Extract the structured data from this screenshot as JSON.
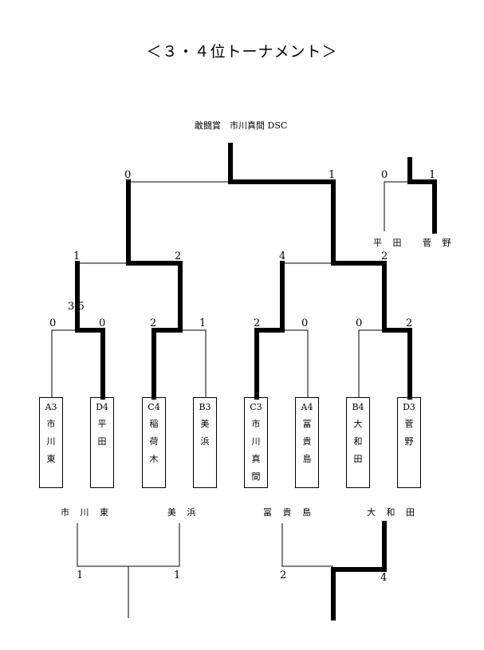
{
  "title": "＜３・４位トーナメント＞",
  "winner_caption": "敢闘賞　市川真間 DSC",
  "teams": [
    {
      "seed": "A3",
      "name": "市川東"
    },
    {
      "seed": "D4",
      "name": "平田"
    },
    {
      "seed": "C4",
      "name": "稲荷木"
    },
    {
      "seed": "B3",
      "name": "美浜"
    },
    {
      "seed": "C3",
      "name": "市川真間"
    },
    {
      "seed": "A4",
      "name": "冨貴島"
    },
    {
      "seed": "B4",
      "name": "大和田"
    },
    {
      "seed": "D3",
      "name": "菅野"
    }
  ],
  "round1_scores": [
    "0",
    "0",
    "2",
    "1",
    "2",
    "0",
    "0",
    "2"
  ],
  "round1_pk_note": "3-5",
  "round2_scores": [
    "1",
    "2",
    "4",
    "2"
  ],
  "semifinal_scores": [
    "0",
    "1"
  ],
  "side_match": {
    "teams": [
      "平 田",
      "菅 野"
    ],
    "scores": [
      "0",
      "1"
    ]
  },
  "lower_matches": [
    {
      "teams": [
        "市 川 東",
        "美 浜"
      ],
      "scores": [
        "1",
        "1"
      ]
    },
    {
      "teams": [
        "冨 貴 島",
        "大 和 田"
      ],
      "scores": [
        "2",
        "4"
      ]
    }
  ]
}
